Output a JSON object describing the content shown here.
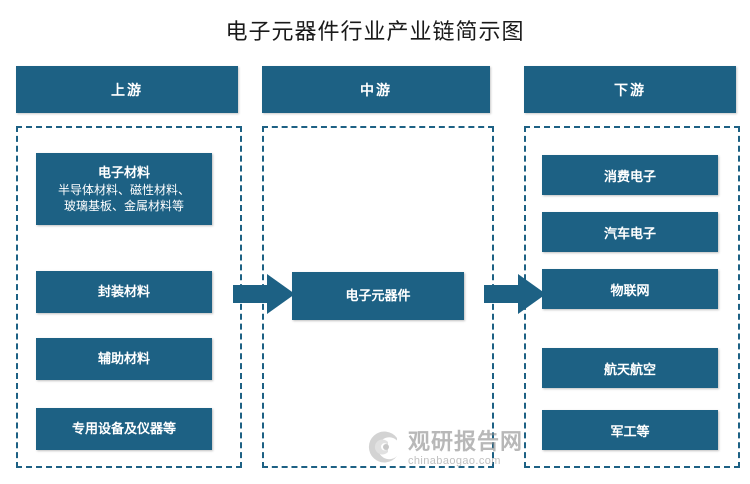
{
  "title": "电子元器件行业产业链简示图",
  "colors": {
    "primary": "#1d6184",
    "arrow": "#1d6184",
    "dashed_border": "#1d6184",
    "background": "#ffffff",
    "watermark": "#8e8e8e"
  },
  "columns": {
    "upstream": {
      "header": "上游",
      "items": [
        {
          "title": "电子材料",
          "sub": "半导体材料、磁性材料、\n玻璃基板、金属材料等"
        },
        {
          "title": "封装材料",
          "sub": ""
        },
        {
          "title": "辅助材料",
          "sub": ""
        },
        {
          "title": "专用设备及仪器等",
          "sub": ""
        }
      ]
    },
    "midstream": {
      "header": "中游",
      "items": [
        {
          "title": "电子元器件",
          "sub": ""
        }
      ]
    },
    "downstream": {
      "header": "下游",
      "items": [
        {
          "title": "消费电子",
          "sub": ""
        },
        {
          "title": "汽车电子",
          "sub": ""
        },
        {
          "title": "物联网",
          "sub": ""
        },
        {
          "title": "航天航空",
          "sub": ""
        },
        {
          "title": "军工等",
          "sub": ""
        }
      ]
    }
  },
  "arrows": [
    {
      "name": "arrow-upstream-to-midstream",
      "direction": "right"
    },
    {
      "name": "arrow-midstream-to-downstream",
      "direction": "right"
    }
  ],
  "watermark": {
    "cn": "观研报告网",
    "en": "chinabaogao.com"
  }
}
